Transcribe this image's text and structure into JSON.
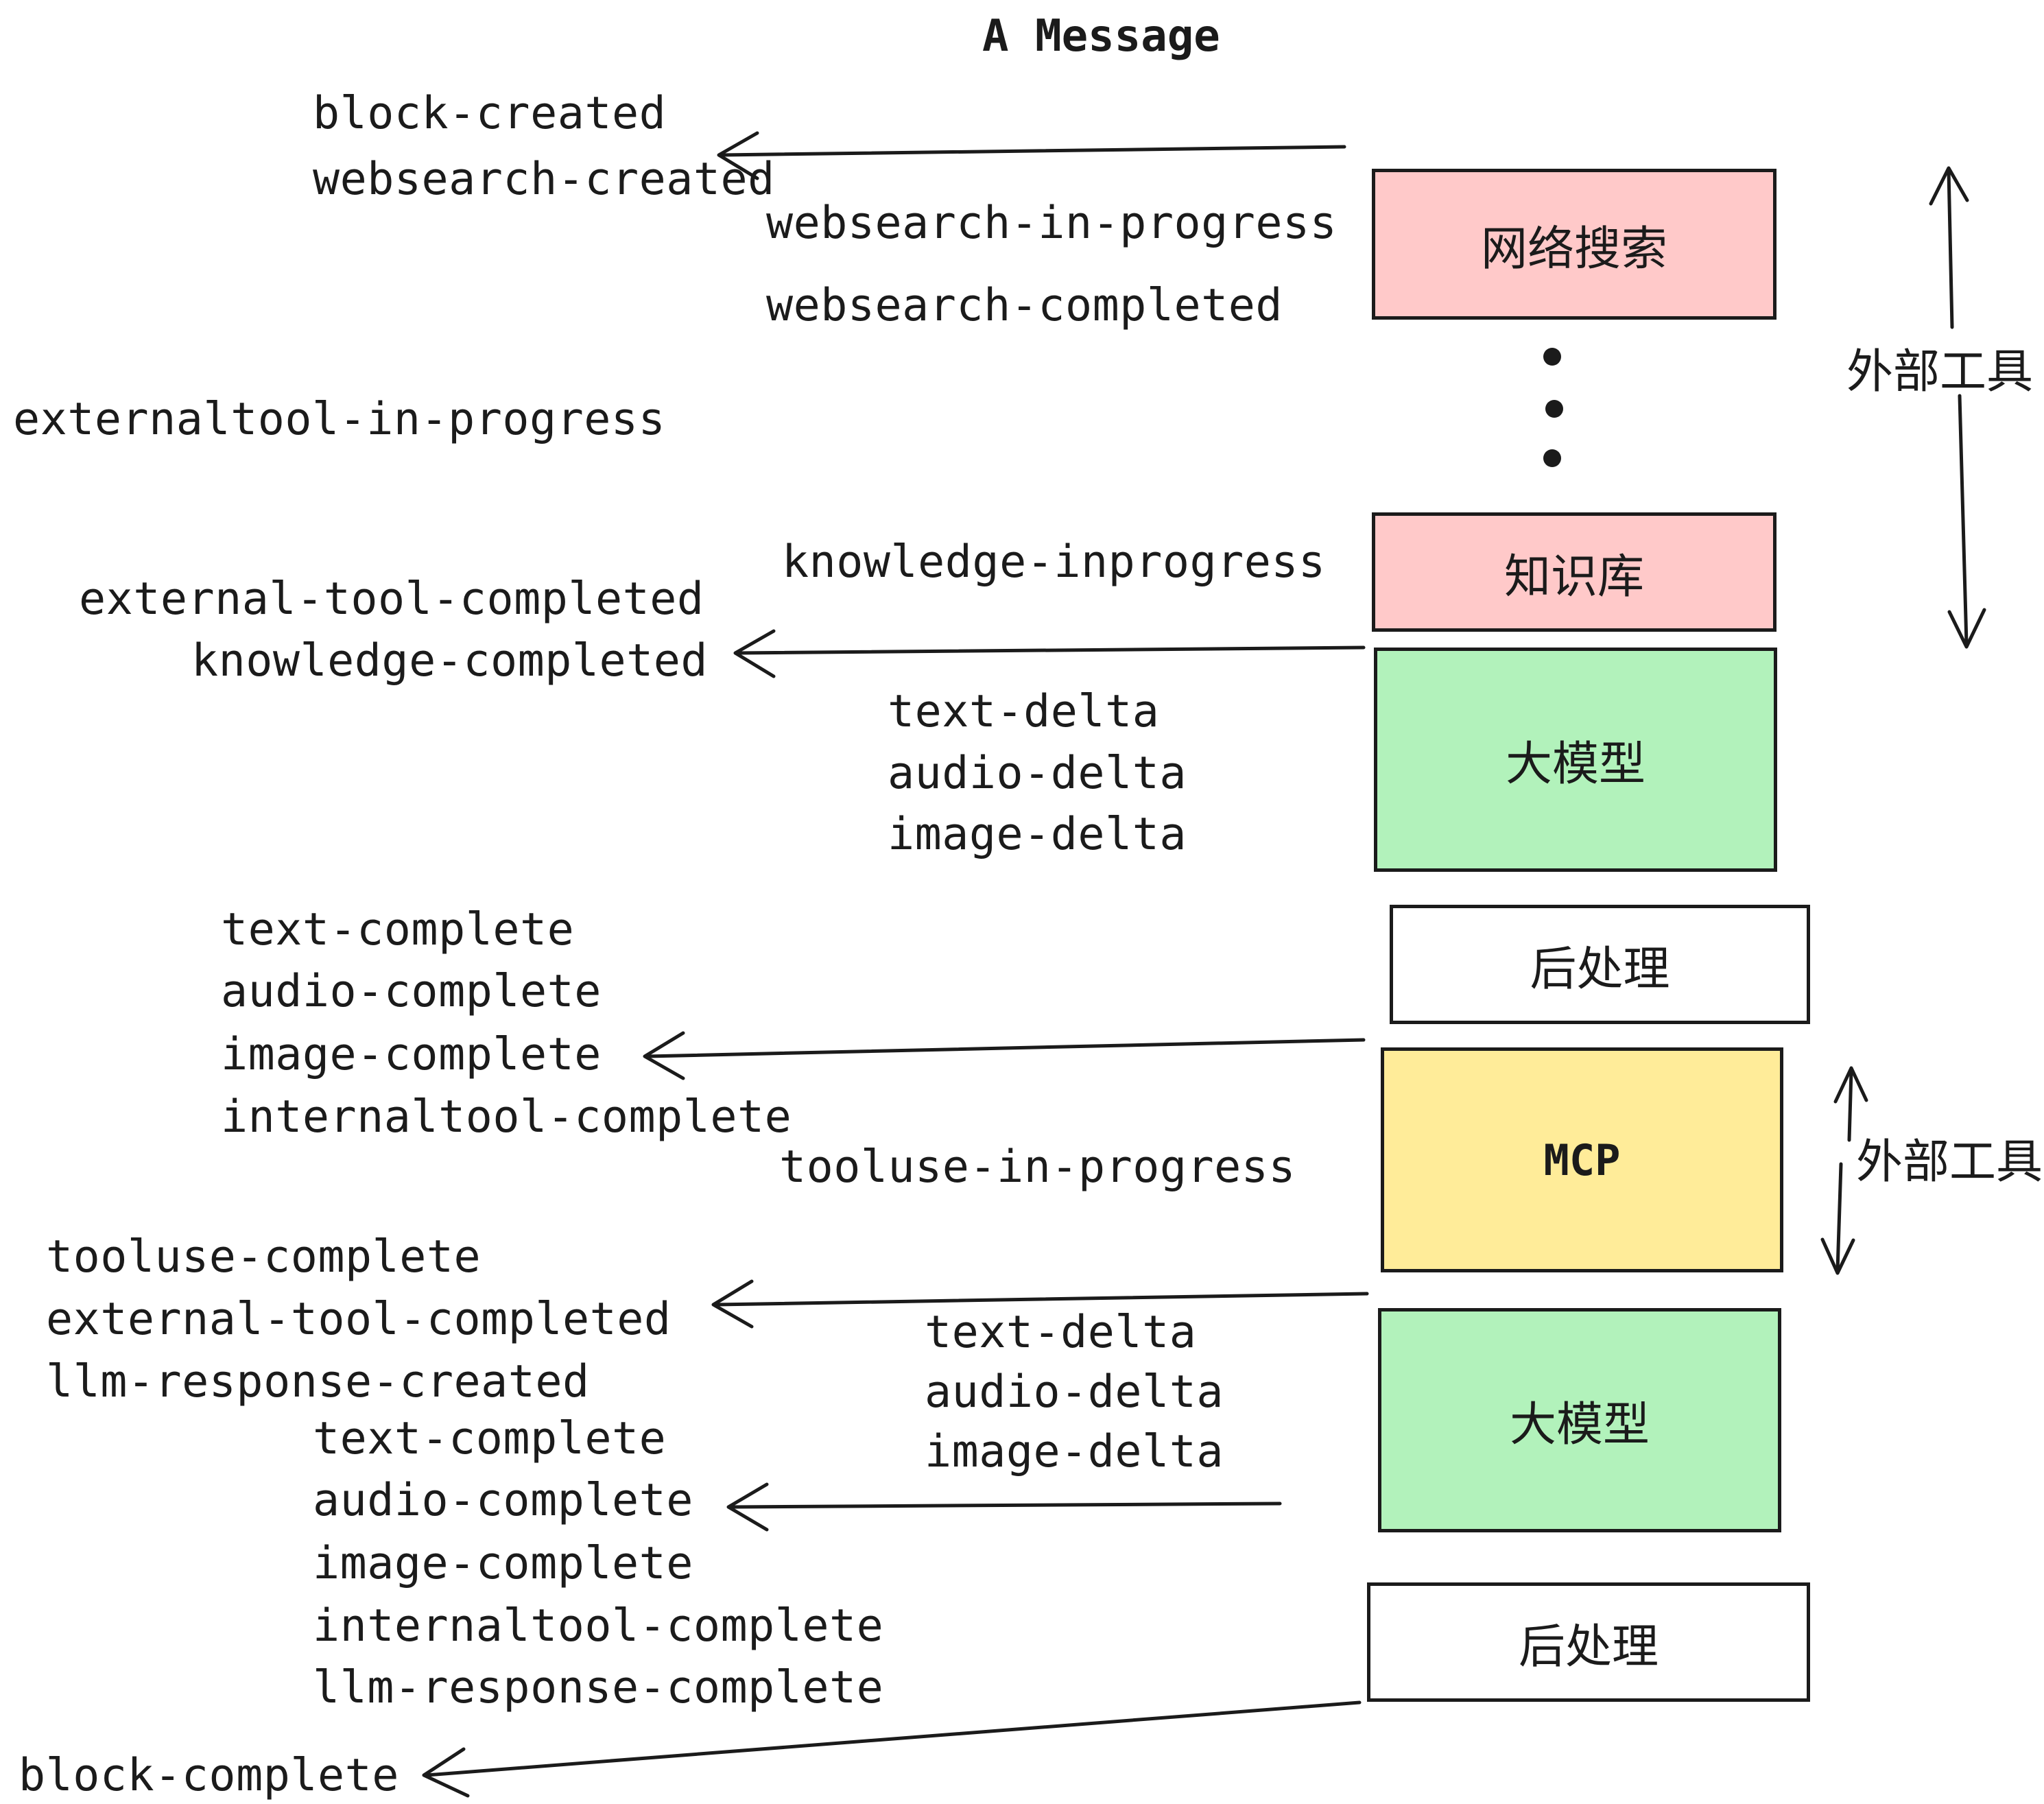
{
  "title": "A Message",
  "colors": {
    "pink": "#FFC9C9",
    "green": "#B2F2BB",
    "yellow": "#FFEC99",
    "white": "#FFFFFF",
    "stroke": "#1B1B1B"
  },
  "boxes": [
    {
      "id": "websearch",
      "label": "网络搜索",
      "color": "pink"
    },
    {
      "id": "knowledge",
      "label": "知识库",
      "color": "pink"
    },
    {
      "id": "llm-1",
      "label": "大模型",
      "color": "green"
    },
    {
      "id": "postprocess-1",
      "label": "后处理",
      "color": "white"
    },
    {
      "id": "mcp",
      "label": "MCP",
      "color": "yellow"
    },
    {
      "id": "llm-2",
      "label": "大模型",
      "color": "green"
    },
    {
      "id": "postprocess-2",
      "label": "后处理",
      "color": "white"
    }
  ],
  "side_labels": [
    {
      "text": "外部工具"
    },
    {
      "text": "外部工具"
    }
  ],
  "events": [
    {
      "text": "block-created"
    },
    {
      "text": "websearch-created"
    },
    {
      "text": "websearch-in-progress"
    },
    {
      "text": "websearch-completed"
    },
    {
      "text": "externaltool-in-progress"
    },
    {
      "text": "knowledge-inprogress"
    },
    {
      "text": "external-tool-completed"
    },
    {
      "text": "knowledge-completed"
    },
    {
      "text": "text-delta"
    },
    {
      "text": "audio-delta"
    },
    {
      "text": "image-delta"
    },
    {
      "text": "text-complete"
    },
    {
      "text": "audio-complete"
    },
    {
      "text": "image-complete"
    },
    {
      "text": "internaltool-complete"
    },
    {
      "text": "tooluse-in-progress"
    },
    {
      "text": "tooluse-complete"
    },
    {
      "text": "external-tool-completed"
    },
    {
      "text": "llm-response-created"
    },
    {
      "text": "text-delta"
    },
    {
      "text": "audio-delta"
    },
    {
      "text": "image-delta"
    },
    {
      "text": "text-complete"
    },
    {
      "text": "audio-complete"
    },
    {
      "text": "image-complete"
    },
    {
      "text": "internaltool-complete"
    },
    {
      "text": "llm-response-complete"
    },
    {
      "text": "block-complete"
    }
  ]
}
